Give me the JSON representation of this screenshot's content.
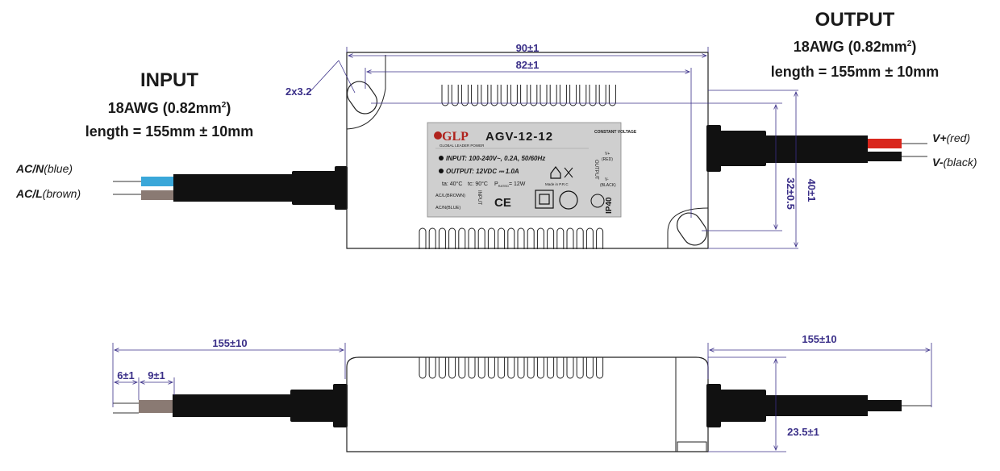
{
  "input": {
    "title": "INPUT",
    "awg": "18AWG (0.82mm",
    "awg_sup": "2",
    "awg_close": ")",
    "length": "length = 155mm ± 10mm",
    "wire_n_label": "AC/N",
    "wire_n_color": "(blue)",
    "wire_l_label": "AC/L",
    "wire_l_color": "(brown)"
  },
  "output": {
    "title": "OUTPUT",
    "awg": "18AWG (0.82mm",
    "awg_sup": "2",
    "awg_close": ")",
    "length": "length = 155mm ± 10mm",
    "wire_pos_label": "V+",
    "wire_pos_color": "(red)",
    "wire_neg_label": "V-",
    "wire_neg_color": "(black)"
  },
  "dimensions": {
    "hole": "2x3.2",
    "overall_length": "90±1",
    "hole_spacing": "82±1",
    "hole_vertical": "32±0.5",
    "overall_width": "40±1",
    "cable_in": "155±10",
    "cable_out": "155±10",
    "strip": "6±1",
    "sleeve": "9±1",
    "height": "23.5±1"
  },
  "product_label": {
    "brand": "GLP",
    "brand_sub": "GLOBAL LEADER POWER",
    "model": "AGV-12-12",
    "constant_voltage": "CONSTANT VOLTAGE",
    "input_spec": "INPUT: 100-240V~, 0.2A, 50/60Hz",
    "output_spec": "OUTPUT: 12VDC ⎓ 1.0A",
    "ta": "ta: 40°C",
    "tc": "tc: 90°C",
    "prated": "P",
    "prated_sub": "RATED",
    "prated_val": "= 12W",
    "made_in": "Made in P.R.C",
    "ac_l": "AC/L(BROWN)",
    "ac_n": "AC/N(BLUE)",
    "input_side": "INPUT",
    "output_side": "OUTPUT",
    "v_plus": "V+",
    "v_plus_color": "(RED)",
    "v_minus": "V-",
    "v_minus_color": "(BLACK)",
    "ip": "IP40",
    "ce": "CE"
  },
  "colors": {
    "dimension": "#3a2f88",
    "wire_blue": "#3aa7d9",
    "wire_brown": "#8a7a73",
    "wire_red": "#d9261c",
    "cable_black": "#111111",
    "label_bg": "#cfcfcf"
  }
}
